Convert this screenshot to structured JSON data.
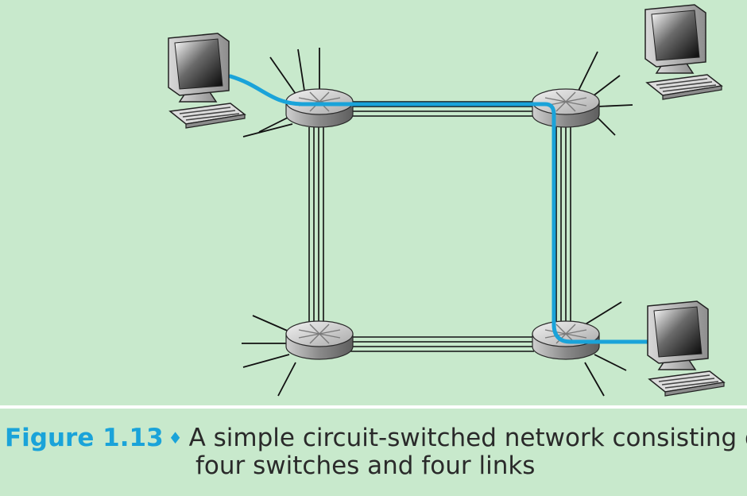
{
  "figure": {
    "label": "Figure 1.13",
    "separator": "♦",
    "caption_line1": "A simple circuit-switched network consisting of",
    "caption_line2": "four switches and four links"
  },
  "colors": {
    "background": "#c8e9cc",
    "circuit_path": "#1aa3d9",
    "caption_label": "#1aa3d9"
  },
  "diagram": {
    "switches": [
      "switch-top-left",
      "switch-top-right",
      "switch-bottom-left",
      "switch-bottom-right"
    ],
    "links": [
      "link-top",
      "link-bottom",
      "link-left",
      "link-right"
    ],
    "hosts": [
      "host-top-left",
      "host-top-right",
      "host-bottom-right"
    ],
    "circuit": "host-top-left → switch-top-left → switch-top-right → switch-bottom-right → host-bottom-right"
  }
}
